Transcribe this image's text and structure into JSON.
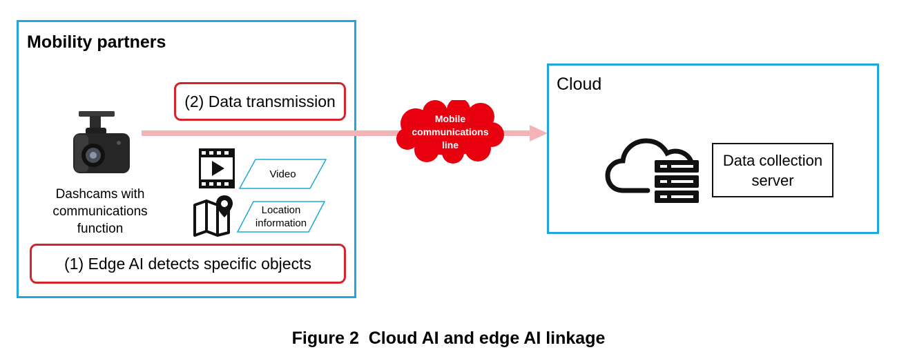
{
  "mobility_panel": {
    "title": "Mobility partners"
  },
  "device": {
    "label_lines": [
      "Dashcams with",
      "communications",
      "function"
    ]
  },
  "steps": {
    "step2": "(2) Data transmission",
    "step1": "(1) Edge AI detects specific objects"
  },
  "data_items": [
    {
      "icon": "video-film-icon",
      "label_lines": [
        "Video"
      ]
    },
    {
      "icon": "map-location-icon",
      "label_lines": [
        "Location",
        "information"
      ]
    }
  ],
  "network": {
    "label_lines": [
      "Mobile",
      "communications",
      "line"
    ]
  },
  "cloud_panel": {
    "title": "Cloud",
    "icon": "cloud-server-icon"
  },
  "server": {
    "label_lines": [
      "Data collection",
      "server"
    ]
  },
  "caption": "Figure 2  Cloud AI and edge AI linkage",
  "colors": {
    "panel_border": "#1ea7dd",
    "step_border": "#d4242a",
    "arrow": "#f5b3b5",
    "cloud_fill": "#e8000f"
  }
}
